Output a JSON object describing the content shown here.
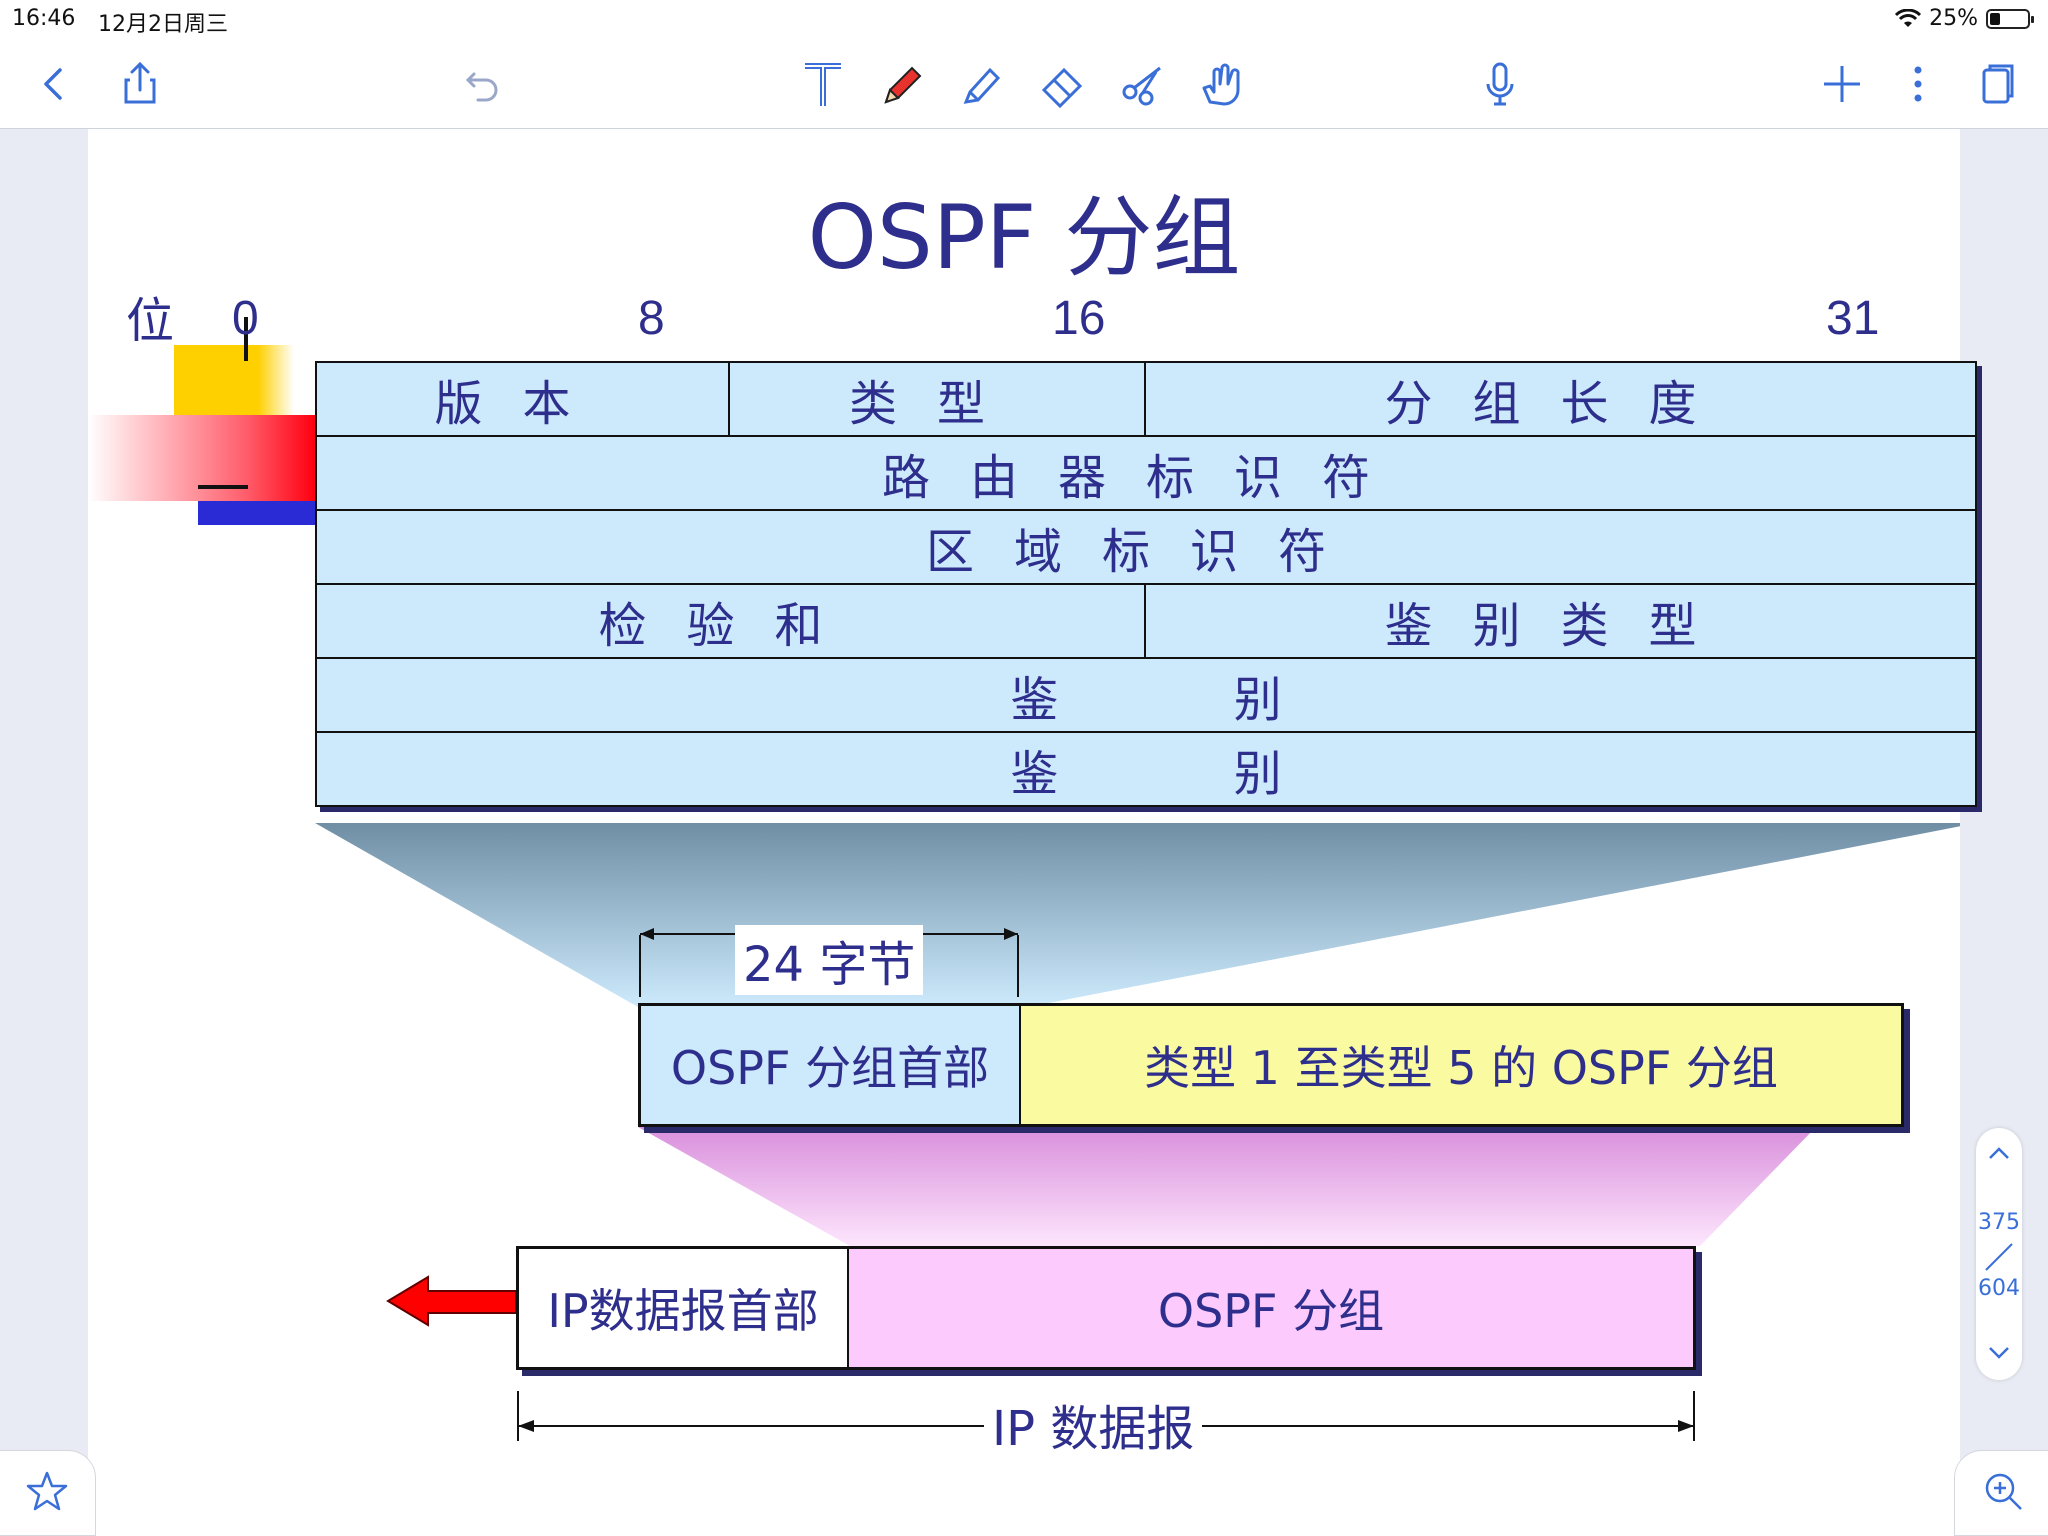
{
  "status": {
    "time": "16:46",
    "date": "12月2日周三",
    "battery": "25%"
  },
  "toolbar": {
    "back": "back-icon",
    "share": "share-icon",
    "undo": "undo-icon",
    "text": "text-tool-icon",
    "pen": "pen-icon",
    "highlighter": "highlighter-icon",
    "eraser": "eraser-icon",
    "scissors": "scissors-icon",
    "hand": "hand-icon",
    "mic": "mic-icon",
    "add": "add-icon",
    "more": "more-icon",
    "pages": "pages-icon",
    "accent": "#3a6fd8",
    "pen_color": "#e8322d"
  },
  "slide": {
    "title": "OSPF 分组",
    "bit_label": "位",
    "bits": [
      "0",
      "8",
      "16",
      "31"
    ],
    "rows": [
      [
        "版本",
        "类型",
        "分组长度"
      ],
      [
        "路由器标识符"
      ],
      [
        "区域标识符"
      ],
      [
        "检验和",
        "鉴别类型"
      ],
      [
        "鉴 别"
      ],
      [
        "鉴 别"
      ]
    ],
    "header_label": "24 字节",
    "ospf_header": "OSPF 分组首部",
    "ospf_body": "类型 1 至类型 5 的 OSPF 分组",
    "ip_header": "IP数据报首部",
    "ip_body": "OSPF 分组",
    "ip_datagram": "IP 数据报",
    "colors": {
      "header_fill": "#cdeafd",
      "body_yellow": "#fafaa0",
      "pink": "#fccafd",
      "text": "#2e2e8c"
    }
  },
  "page_nav": {
    "current": "375",
    "total": "604"
  }
}
